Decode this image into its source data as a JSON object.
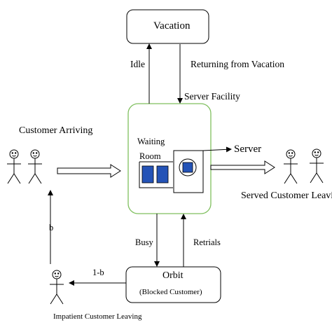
{
  "diagram": {
    "nodes": {
      "vacation": "Vacation",
      "orbit": "Orbit",
      "orbit_sub": "(Blocked Customer)",
      "waiting": "Waiting",
      "room": "Room",
      "server": "Server"
    },
    "edges": {
      "idle": "Idle",
      "returning": "Returning from Vacation",
      "server_facility": "Server Facility",
      "busy": "Busy",
      "retrials": "Retrials",
      "b": "b",
      "one_minus_b": "1-b"
    },
    "actors": {
      "arriving": "Customer Arriving",
      "served": "Served Customer Leaving",
      "impatient": "Impatient Customer Leaving"
    }
  },
  "colors": {
    "server_box_border": "#7fbf5e",
    "queue_square": "#2453b7"
  }
}
